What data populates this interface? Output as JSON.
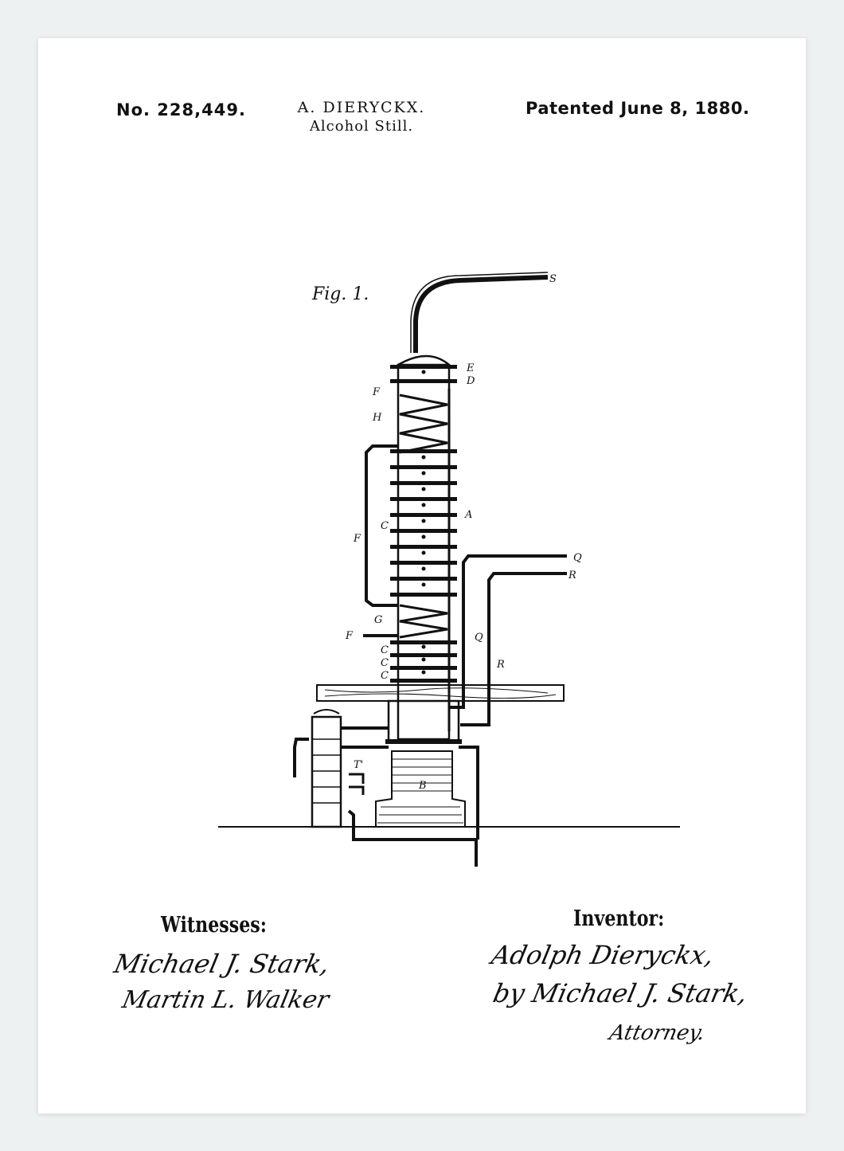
{
  "header": {
    "patent_number": "No. 228,449.",
    "inventor_name": "A. DIERYCKX.",
    "title": "Alcohol Still.",
    "date": "Patented June 8, 1880."
  },
  "figure": {
    "label": "Fig. 1.",
    "part_labels": {
      "S": "S",
      "E": "E",
      "D": "D",
      "F_upper": "F",
      "H": "H",
      "A": "A",
      "C1": "C",
      "F_pipe": "F",
      "G": "G",
      "F_tap": "F",
      "C2": "C",
      "C3": "C",
      "C4": "C",
      "Q_top": "Q",
      "R_top": "R",
      "Q_side": "Q",
      "R_side": "R",
      "T": "T'",
      "B": "B"
    }
  },
  "witnesses": {
    "heading": "Witnesses:",
    "signatures": [
      "Michael J. Stark,",
      "Martin L. Walker"
    ]
  },
  "inventor": {
    "heading": "Inventor:",
    "signatures": [
      "Adolph Dieryckx,",
      "by Michael J. Stark,",
      "Attorney."
    ]
  }
}
